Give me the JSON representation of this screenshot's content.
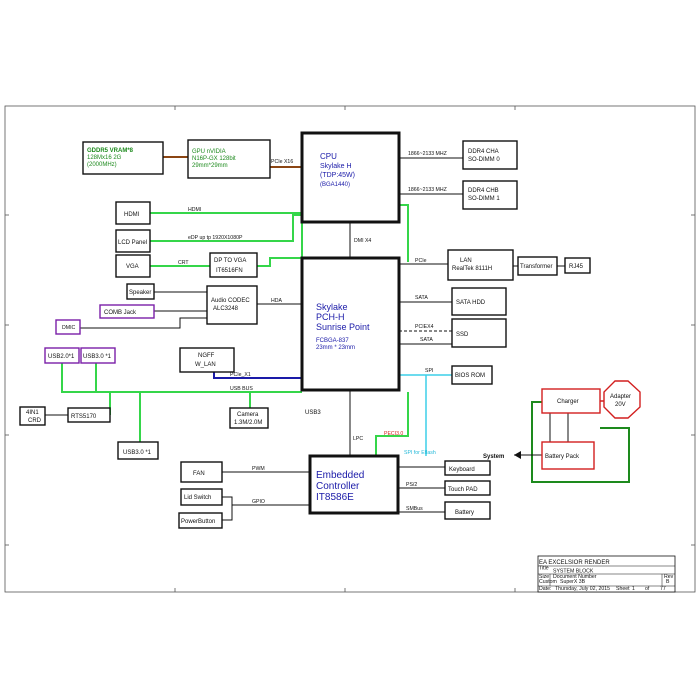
{
  "blocks": {
    "cpu": {
      "title": "CPU",
      "line2": "Skylake H",
      "line3": "(TDP:45W)",
      "line4": "(BGA1440)"
    },
    "gddr5": {
      "line1": "GDDR5  VRAM*8",
      "line2": "128Mx16 2G",
      "line3": "(2000MHz)"
    },
    "gpu": {
      "line1": "GPU nVIDIA",
      "line2": "N16P-GX 128bit",
      "line3": "29mm*29mm"
    },
    "dimm0": {
      "line1": "DDR4 CHA",
      "line2": "SO-DIMM 0"
    },
    "dimm1": {
      "line1": "DDR4 CHB",
      "line2": "SO-DIMM 1"
    },
    "hdmi": "HDMI",
    "lcd": "LCD Panel",
    "vga": "VGA",
    "dp_vga": {
      "line1": "DP  TO  VGA",
      "line2": "IT6516FN"
    },
    "pch": {
      "line1": "Skylake",
      "line2": "PCH-H",
      "line3": "Sunrise Point",
      "line4": "FCBGA-837",
      "line5": "23mm * 23mm",
      "usb3": "USB3"
    },
    "lan": {
      "line1": "LAN",
      "line2": "RealTek  8111H"
    },
    "transformer": "Transformer",
    "rj45": "RJ45",
    "speaker": "Speaker",
    "comb_jack": "COMB Jack",
    "dmic": "DMIC",
    "codec": {
      "line1": "Audio CODEC",
      "line2": "ALC3248"
    },
    "sata_hdd": "SATA HDD",
    "ssd": "SSD",
    "bios": "BIOS ROM",
    "usb20": "USB2.0*1",
    "usb30a": "USB3.0 *1",
    "usb30b": "USB3.0 *1",
    "ngff": {
      "line1": "NGFF",
      "line2": "W_LAN"
    },
    "crd": {
      "line1": "4IN1",
      "line2": "CRD"
    },
    "rts": "RTS5170",
    "camera": {
      "line1": "Camera",
      "line2": "1.3M/2.0M"
    },
    "ec": {
      "line1": "Embedded",
      "line2": "Controller",
      "line3": "IT8586E"
    },
    "fan": "FAN",
    "lid": "Lid Switch",
    "power": "PowerButton",
    "keyboard": "Keyboard",
    "touchpad": "Touch  PAD",
    "battery": "Battery",
    "charger": "Charger",
    "adapter": {
      "line1": "Adapter",
      "line2": "20V"
    },
    "battery_pack": "Battery Pack",
    "system": "System"
  },
  "signals": {
    "pcie_x16": "PCIe X16",
    "mem_a": "1866~2133 MHZ",
    "mem_b": "1866~2133 MHZ",
    "hdmi": "HDMI",
    "edp": "eDP up tp 1920X1080P",
    "crt": "CRT",
    "dmi": "DMI X4",
    "pcie": "PCIe",
    "hda": "HDA",
    "sata1": "SATA",
    "pciex4": "PCIEX4",
    "sata2": "SATA",
    "spi": "SPI",
    "pcie_x1": "PCIe_X1",
    "usb_bus": "USB BUS",
    "lpc": "LPC",
    "peci": "PECI3.0",
    "spi_flash": "SPI for Eflash",
    "pwm": "PWM",
    "gpio": "GPIO",
    "ps2": "PS/2",
    "smbus": "SMBus"
  },
  "titleblock": {
    "company": "EA EXCELSIOR RENDER",
    "title_label": "Title",
    "title": "SYSTEM BLOCK",
    "size_label": "Size",
    "size": "Custom",
    "docnum_label": "Document Number",
    "docnum": "SuperX 3B",
    "rev_label": "Rev",
    "rev": "B",
    "date_label": "Date:",
    "date": "Thursday, July 02, 2015",
    "sheet_label": "Sheet",
    "sheet": "1",
    "of_label": "of",
    "of": "77"
  }
}
